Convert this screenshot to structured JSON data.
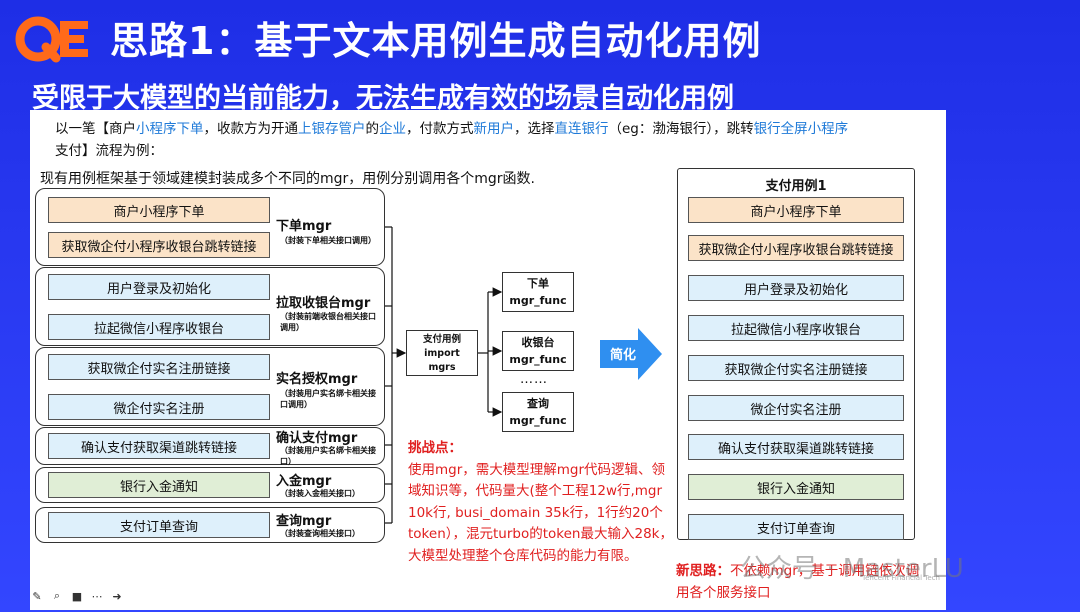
{
  "header": {
    "logo_text": "QE",
    "title": "思路1：基于文本用例生成自动化用例",
    "subtitle": "受限于大模型的当前能力，无法生成有效的场景自动化用例"
  },
  "intro": {
    "p1": "以一笔【商户",
    "p1_hl": "小程序下单",
    "p2": "，收款方为开通",
    "p2_hl": "上银存管户",
    "p3": "的",
    "p3_hl": "企业",
    "p4": "，付款方式",
    "p4_hl": "新用户",
    "p5": "，选择",
    "p5_hl": "直连银行",
    "p6": "（eg：渤海银行），跳转",
    "p6_hl": "银行全屏小程序",
    "p7": "支付】流程为例：",
    "line2": "现有用例框架基于领域建模封装成多个不同的mgr，用例分别调用各个mgr函数."
  },
  "left_groups": [
    {
      "steps": [
        {
          "label": "商户小程序下单",
          "color": "orange"
        },
        {
          "label": "获取微企付小程序收银台跳转链接",
          "color": "orange"
        }
      ],
      "mgr": "下单mgr",
      "note": "（封装下单相关接口调用）"
    },
    {
      "steps": [
        {
          "label": "用户登录及初始化",
          "color": "blue"
        },
        {
          "label": "拉起微信小程序收银台",
          "color": "blue"
        }
      ],
      "mgr": "拉取收银台mgr",
      "note": "（封装前端收银台相关接口调用）"
    },
    {
      "steps": [
        {
          "label": "获取微企付实名注册链接",
          "color": "blue"
        },
        {
          "label": "微企付实名注册",
          "color": "blue"
        }
      ],
      "mgr": "实名授权mgr",
      "note": "（封装用户实名绑卡相关接口调用）"
    },
    {
      "steps": [
        {
          "label": "确认支付获取渠道跳转链接",
          "color": "blue"
        }
      ],
      "mgr": "确认支付mgr",
      "note": "（封装用户实名绑卡相关接口）"
    },
    {
      "steps": [
        {
          "label": "银行入金通知",
          "color": "green"
        }
      ],
      "mgr": "入金mgr",
      "note": "（封装入金相关接口）"
    },
    {
      "steps": [
        {
          "label": "支付订单查询",
          "color": "blue"
        }
      ],
      "mgr": "查询mgr",
      "note": "（封装查询相关接口）"
    }
  ],
  "center": {
    "line1": "支付用例",
    "line2": "import",
    "line3": "mgrs"
  },
  "funcs": [
    {
      "line1": "下单",
      "line2": "mgr_func"
    },
    {
      "line1": "收银台",
      "line2": "mgr_func"
    },
    {
      "line1": "查询",
      "line2": "mgr_func"
    }
  ],
  "funcs_ellipsis": "……",
  "simplify_label": "简化",
  "challenge": {
    "title": "挑战点：",
    "body": "使用mgr，需大模型理解mgr代码逻辑、领域知识等，代码量大(整个工程12w行,mgr 10k行, busi_domain 35k行，1行约20个token），混元turbo的token最大输入28k，大模型处理整个仓库代码的能力有限。"
  },
  "right": {
    "title": "支付用例1",
    "steps": [
      {
        "label": "商户小程序下单",
        "color": "orange"
      },
      {
        "label": "获取微企付小程序收银台跳转链接",
        "color": "orange"
      },
      {
        "label": "用户登录及初始化",
        "color": "blue"
      },
      {
        "label": "拉起微信小程序收银台",
        "color": "blue"
      },
      {
        "label": "获取微企付实名注册链接",
        "color": "blue"
      },
      {
        "label": "微企付实名注册",
        "color": "blue"
      },
      {
        "label": "确认支付获取渠道跳转链接",
        "color": "blue"
      },
      {
        "label": "银行入金通知",
        "color": "green"
      },
      {
        "label": "支付订单查询",
        "color": "blue"
      }
    ]
  },
  "new_idea": {
    "title": "新思路：",
    "body": "不依赖mgr，基于调用链依次调用各个服务接口"
  },
  "watermark": {
    "text": "公众号 · MasterLU",
    "sub": "Tencent Financial Tech"
  },
  "colors": {
    "background": "#2838f0",
    "logo_orange": "#ff6a1a",
    "orange_fill": "#fbe3c8",
    "blue_fill": "#def0fb",
    "green_fill": "#e0eed6",
    "highlight_blue": "#1f7ad8",
    "challenge_red": "#e02020",
    "arrow_blue": "#2f8ff0"
  }
}
